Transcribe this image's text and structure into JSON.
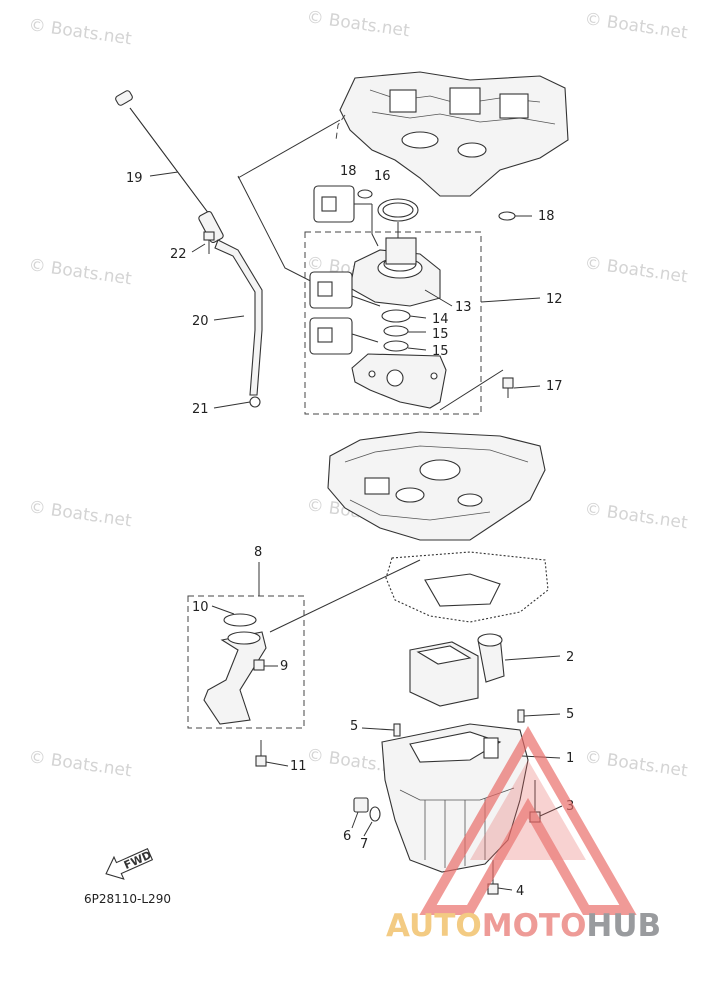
{
  "watermark": {
    "text": "© Boats.net"
  },
  "diagram_code": "6P28110-L290",
  "fwd_label": "FWD",
  "brand_logo": {
    "part1": "AUTO",
    "part2": "MOTO",
    "part3": "HUB"
  },
  "callouts": {
    "c1": "1",
    "c2": "2",
    "c3": "3",
    "c4": "4",
    "c5a": "5",
    "c5b": "5",
    "c6": "6",
    "c7": "7",
    "c8": "8",
    "c9": "9",
    "c10": "10",
    "c11": "11",
    "c12": "12",
    "c13": "13",
    "c14": "14",
    "c15a": "15",
    "c15b": "15",
    "c16": "16",
    "c17": "17",
    "c18a": "18",
    "c18b": "18",
    "c19": "19",
    "c20": "20",
    "c21": "21",
    "c22": "22"
  },
  "colors": {
    "logo_yellow": "#f2c26e",
    "logo_red": "#ec8a86",
    "logo_grey": "#888a8e",
    "triangle_red": "#e86a66"
  }
}
